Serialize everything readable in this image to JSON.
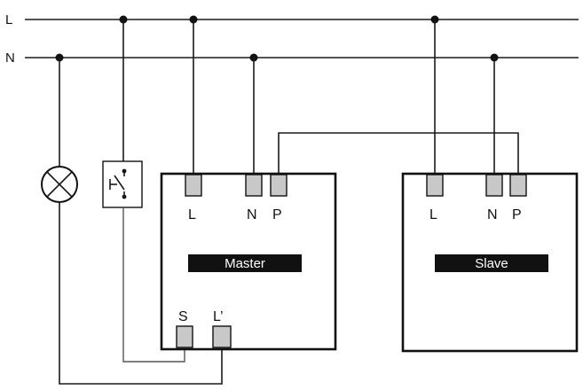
{
  "bus": {
    "line_label": "L",
    "neutral_label": "N"
  },
  "master": {
    "title": "Master",
    "terminal_L": "L",
    "terminal_N": "N",
    "terminal_P": "P",
    "terminal_S": "S",
    "terminal_Lprime": "L’"
  },
  "slave": {
    "title": "Slave",
    "terminal_L": "L",
    "terminal_N": "N",
    "terminal_P": "P"
  },
  "icons": {
    "lamp": "lamp-icon",
    "switch": "pushbutton-switch-icon"
  }
}
